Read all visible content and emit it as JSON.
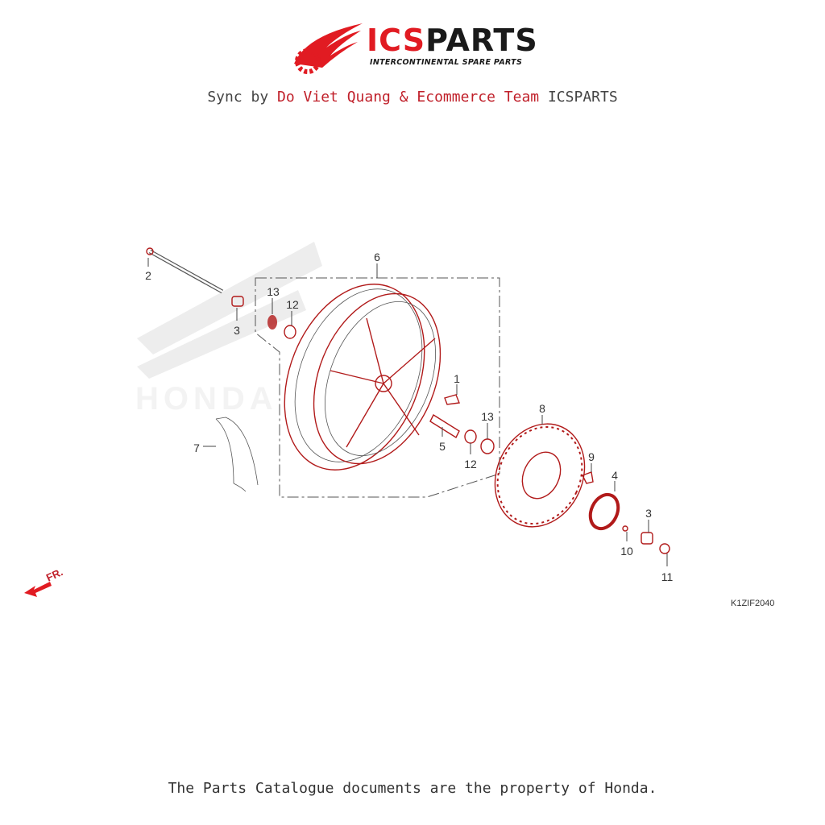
{
  "header": {
    "brand_red": "ICS",
    "brand_black": "PARTS",
    "tagline": "INTERCONTINENTAL SPARE PARTS",
    "sync_prefix": "Sync by",
    "sync_highlight": "Do Viet Quang & Ecommerce Team",
    "sync_suffix": "ICSPARTS"
  },
  "diagram": {
    "watermark": "HONDA",
    "direction_label": "FR.",
    "diagram_code": "K1ZIF2040",
    "callouts": [
      "6",
      "2",
      "3",
      "13",
      "12",
      "1",
      "13",
      "5",
      "12",
      "7",
      "8",
      "9",
      "4",
      "3",
      "10",
      "11"
    ]
  },
  "footer": {
    "text": "The Parts Catalogue documents are the property of Honda."
  },
  "colors": {
    "accent": "#e11b22",
    "part_line": "#b11a1a",
    "text": "#333333"
  }
}
